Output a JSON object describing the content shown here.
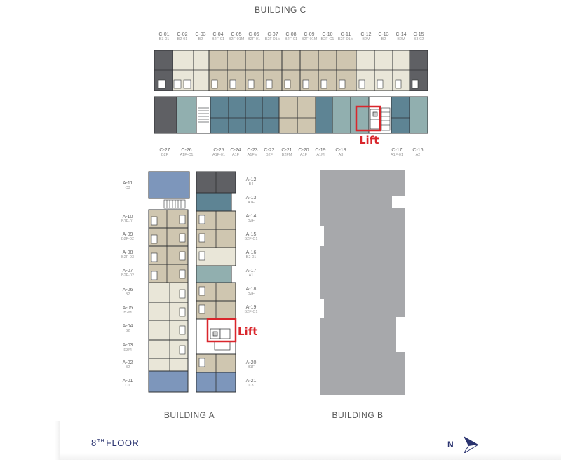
{
  "titles": {
    "building_c": "BUILDING C",
    "building_a": "BUILDING A",
    "building_b": "BUILDING B"
  },
  "floor": {
    "number": "8",
    "suffix": "TH",
    "word": "FLOOR"
  },
  "compass": {
    "label": "N",
    "icon": "north-arrow-icon",
    "color": "#2b3470"
  },
  "lift": {
    "label": "Lift",
    "color": "#d9262c"
  },
  "colors": {
    "dark_gray": "#5f6064",
    "cream": "#e9e6d8",
    "beige": "#cfc6b0",
    "teal_dark": "#5e8494",
    "teal_light": "#91afaf",
    "blue": "#7d96bb",
    "building_b_gray": "#a7a8ab",
    "wall": "#2f3133",
    "corridor": "#ffffff"
  },
  "building_c": {
    "top_units": [
      {
        "code": "C-01",
        "type": "B3-01"
      },
      {
        "code": "C-02",
        "type": "B2-01"
      },
      {
        "code": "C-03",
        "type": "B2"
      },
      {
        "code": "C-04",
        "type": "B2F-01"
      },
      {
        "code": "C-05",
        "type": "B2F-01M"
      },
      {
        "code": "C-06",
        "type": "B2F-01"
      },
      {
        "code": "C-07",
        "type": "B2F-01M"
      },
      {
        "code": "C-08",
        "type": "B2F-01"
      },
      {
        "code": "C-09",
        "type": "B2F-01M"
      },
      {
        "code": "C-10",
        "type": "B2F-C1"
      },
      {
        "code": "C-11",
        "type": "B2F-01M"
      },
      {
        "code": "C-12",
        "type": "B2M"
      },
      {
        "code": "C-13",
        "type": "B2"
      },
      {
        "code": "C-14",
        "type": "B2M"
      },
      {
        "code": "C-15",
        "type": "B3-02"
      }
    ],
    "bottom_units": [
      {
        "code": "C-27",
        "type": "B2F"
      },
      {
        "code": "C-26",
        "type": "A1F-C1"
      },
      {
        "code": "C-25",
        "type": "A1F-01"
      },
      {
        "code": "C-24",
        "type": "A1F"
      },
      {
        "code": "C-23",
        "type": "A1FM"
      },
      {
        "code": "C-22",
        "type": "B2F"
      },
      {
        "code": "C-21",
        "type": "B2FM"
      },
      {
        "code": "C-20",
        "type": "A1F"
      },
      {
        "code": "C-19",
        "type": "A1M"
      },
      {
        "code": "C-18",
        "type": "A3"
      },
      {
        "code": "C-17",
        "type": "A1F-01"
      },
      {
        "code": "C-16",
        "type": "A2"
      }
    ]
  },
  "building_a": {
    "left_units": [
      {
        "code": "A-11",
        "type": "C3"
      },
      {
        "code": "A-10",
        "type": "B1F-01"
      },
      {
        "code": "A-09",
        "type": "B2F-02"
      },
      {
        "code": "A-08",
        "type": "B2F-03"
      },
      {
        "code": "A-07",
        "type": "B2F-02"
      },
      {
        "code": "A-06",
        "type": "B2"
      },
      {
        "code": "A-05",
        "type": "B2M"
      },
      {
        "code": "A-04",
        "type": "B2"
      },
      {
        "code": "A-03",
        "type": "B2M"
      },
      {
        "code": "A-02",
        "type": "B2"
      },
      {
        "code": "A-01",
        "type": "C1"
      }
    ],
    "right_units": [
      {
        "code": "A-12",
        "type": "B4"
      },
      {
        "code": "A-13",
        "type": "A1F"
      },
      {
        "code": "A-14",
        "type": "B2F"
      },
      {
        "code": "A-15",
        "type": "B2F-C1"
      },
      {
        "code": "A-16",
        "type": "B2-01"
      },
      {
        "code": "A-17",
        "type": "A1"
      },
      {
        "code": "A-18",
        "type": "B2F"
      },
      {
        "code": "A-19",
        "type": "B2F-C1"
      },
      {
        "code": "A-20",
        "type": "B1F"
      },
      {
        "code": "A-21",
        "type": "C3"
      }
    ]
  }
}
